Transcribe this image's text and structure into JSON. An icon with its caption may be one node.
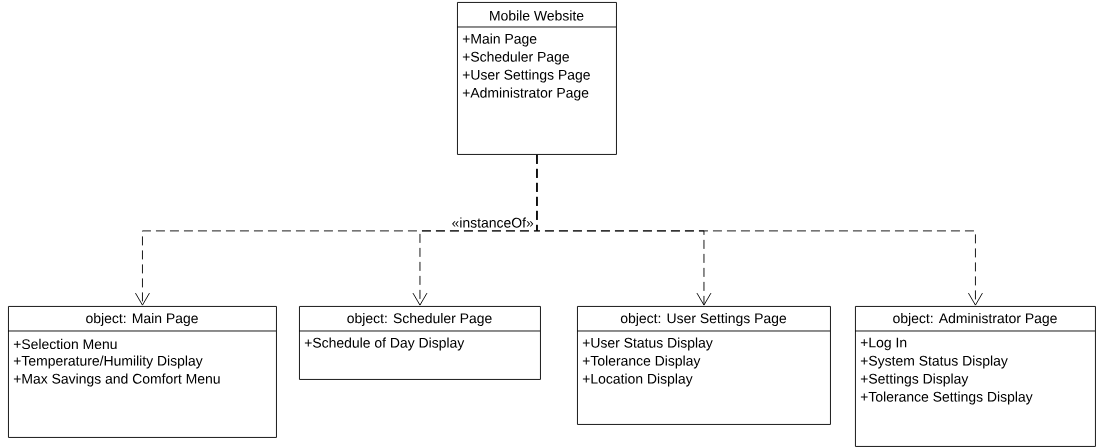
{
  "diagram": {
    "nodes": [
      {
        "text": [
          "Mobile Website",
          "+Main Page",
          "+Scheduler Page",
          "+User Settings Page",
          "+Administrator Page"
        ]
      },
      {
        "text": [
          "object: Main Page",
          "+Selection Menu",
          "+Temperature/Humility Display",
          "+Max Savings and Comfort Menu"
        ]
      },
      {
        "text": [
          "object: Scheduler Page",
          "+Schedule of Day Display"
        ]
      },
      {
        "text": [
          "object: User Settings Page",
          "+User Status Display",
          "+Tolerance Display",
          "+Location Display"
        ]
      },
      {
        "text": [
          "object: Administrator Page",
          "+Log In",
          "+System Status Display",
          "+Settings Display",
          "+Tolerance Settings Display"
        ]
      }
    ],
    "edges": [
      {
        "from": 0,
        "to": 1,
        "arrow": "to",
        "style": "dashed",
        "label": "«instanceOf»"
      },
      {
        "from": 0,
        "to": 2,
        "arrow": "to",
        "style": "dashed"
      },
      {
        "from": 0,
        "to": 3,
        "arrow": "to",
        "style": "dashed"
      },
      {
        "from": 0,
        "to": 4,
        "arrow": "to",
        "style": "dashed"
      }
    ]
  }
}
